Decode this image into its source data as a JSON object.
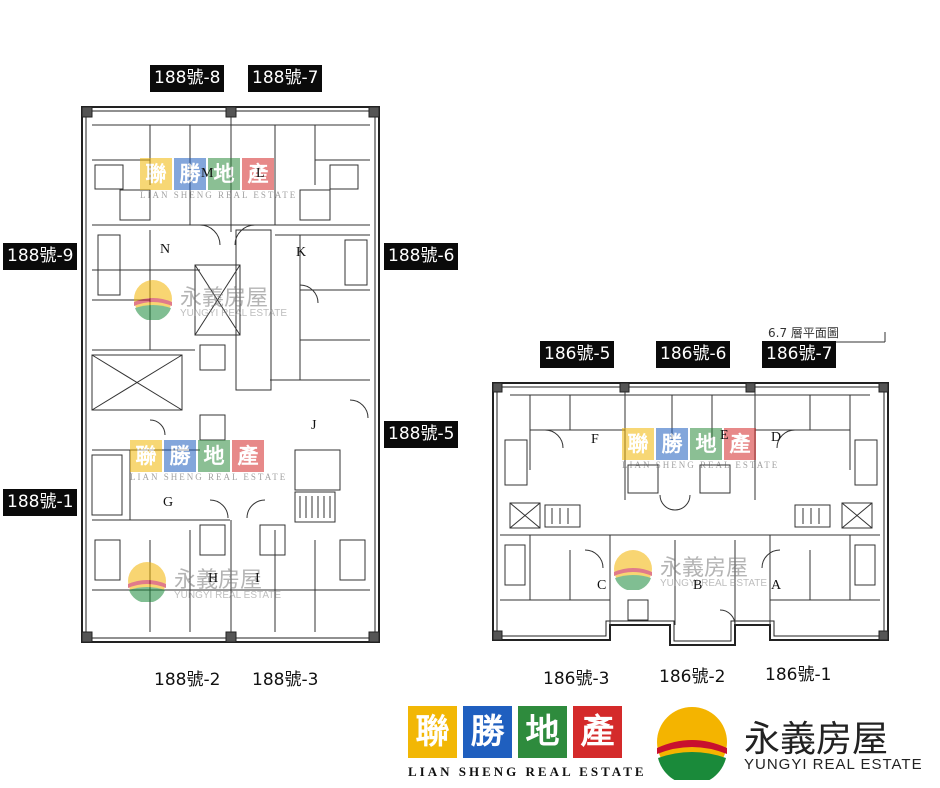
{
  "labels": {
    "b188_8": "188號-8",
    "b188_7": "188號-7",
    "b188_9": "188號-9",
    "b188_6": "188號-6",
    "b188_5": "188號-5",
    "b188_1": "188號-1",
    "b188_2": "188號-2",
    "b188_3": "188號-3",
    "b186_5": "186號-5",
    "b186_6": "186號-6",
    "b186_7": "186號-7",
    "b186_3": "186號-3",
    "b186_2": "186號-2",
    "b186_1": "186號-1"
  },
  "units_188": [
    "M",
    "L",
    "N",
    "K",
    "J",
    "G",
    "H",
    "I"
  ],
  "units_186": [
    "F",
    "E",
    "D",
    "C",
    "B",
    "A"
  ],
  "floor_title": "6.7 層平面圖",
  "lian_sheng": {
    "chars": [
      "聯",
      "勝",
      "地",
      "產"
    ],
    "subtitle": "LIAN SHENG REAL ESTATE",
    "colors": [
      "#f2b705",
      "#1f5fbf",
      "#2e8b3d",
      "#d42a2a"
    ]
  },
  "yungyi": {
    "name": "永義房屋",
    "subtitle": "YUNGYI REAL ESTATE",
    "colors": {
      "sun": "#f4b400",
      "red": "#c8102e",
      "green": "#1a8a3a"
    }
  }
}
